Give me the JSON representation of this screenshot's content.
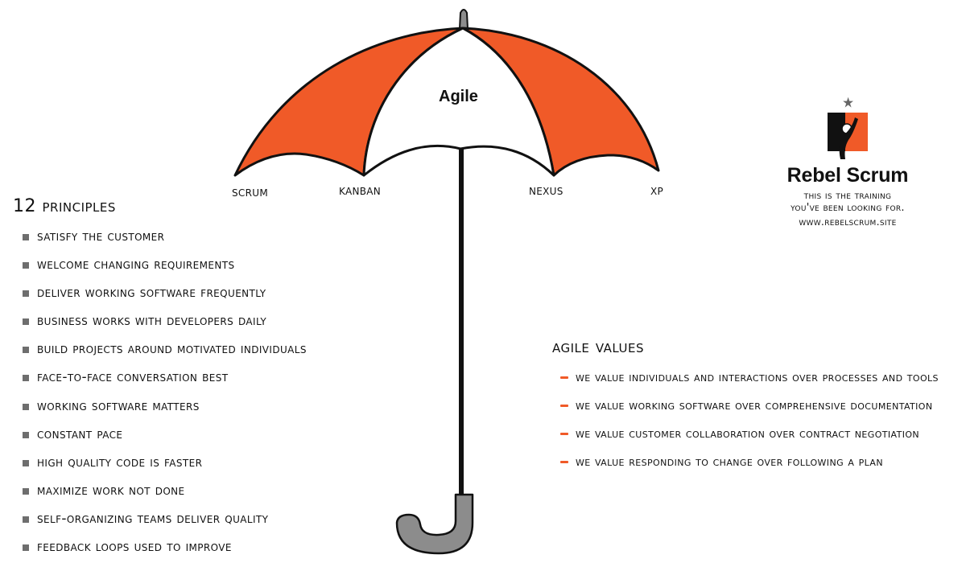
{
  "diagram": {
    "center_label": "Agile",
    "methods": [
      "Scrum",
      "Kanban",
      "Nexus",
      "XP"
    ],
    "colors": {
      "canopy_orange": "#f05a28",
      "canopy_white": "#ffffff",
      "handle_gray": "#8c8c8c",
      "outline": "#111111"
    }
  },
  "principles": {
    "heading": "12 Principles",
    "items": [
      "Satisfy the customer",
      "Welcome changing requirements",
      "Deliver working software frequently",
      "Business works with developers daily",
      "Build projects around motivated individuals",
      "Face-to-face conversation best",
      "Working software matters",
      "Constant pace",
      "High quality code is faster",
      "Maximize work not done",
      "Self-organizing teams deliver quality",
      "Feedback loops used to improve"
    ]
  },
  "values": {
    "heading": "Agile values",
    "items": [
      "We value Individuals and interactions over processes and tools",
      "We value working software over comprehensive documentation",
      "We value customer collaboration over contract negotiation",
      "We value responding to change over following a plan"
    ]
  },
  "branding": {
    "name": "Rebel Scrum",
    "tagline_1": "This is the training",
    "tagline_2": "you've been looking for.",
    "url": "www.rebelscrum.site"
  }
}
